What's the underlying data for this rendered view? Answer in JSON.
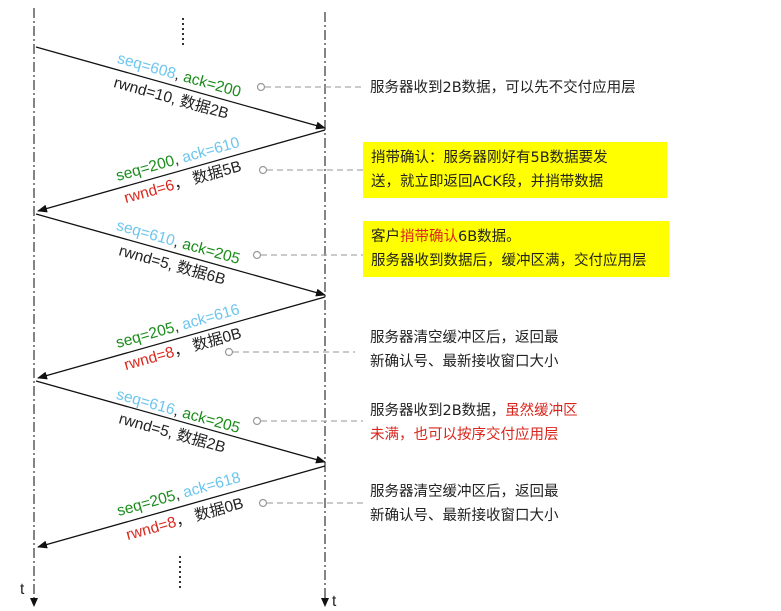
{
  "axes": {
    "left_label": "t",
    "right_label": "t"
  },
  "colors": {
    "blue": "#6cc5ee",
    "green": "#1a8c1a",
    "red": "#d9261c",
    "black": "#222222",
    "highlight": "#ffff00",
    "connector": "#aaaaaa"
  },
  "messages": [
    {
      "direction": "client-to-server",
      "seq": "seq=608",
      "seq_color": "blue",
      "sep1": ", ",
      "ack": "ack=200",
      "ack_color": "green",
      "rwnd": "rwnd=10",
      "rwnd_color": "black",
      "sep2": ", ",
      "payload": "数据2B"
    },
    {
      "direction": "server-to-client",
      "seq": "seq=200",
      "seq_color": "green",
      "sep1": ", ",
      "ack": "ack=610",
      "ack_color": "blue",
      "rwnd": "rwnd=6",
      "rwnd_color": "red",
      "sep2": "， ",
      "payload": "数据5B"
    },
    {
      "direction": "client-to-server",
      "seq": "seq=610",
      "seq_color": "blue",
      "sep1": ", ",
      "ack": "ack=205",
      "ack_color": "green",
      "rwnd": "rwnd=5",
      "rwnd_color": "black",
      "sep2": ", ",
      "payload": "数据6B"
    },
    {
      "direction": "server-to-client",
      "seq": "seq=205",
      "seq_color": "green",
      "sep1": ", ",
      "ack": "ack=616",
      "ack_color": "blue",
      "rwnd": "rwnd=8",
      "rwnd_color": "red",
      "sep2": "， ",
      "payload": "数据0B"
    },
    {
      "direction": "client-to-server",
      "seq": "seq=616",
      "seq_color": "blue",
      "sep1": ", ",
      "ack": "ack=205",
      "ack_color": "green",
      "rwnd": "rwnd=5",
      "rwnd_color": "black",
      "sep2": ", ",
      "payload": "数据2B"
    },
    {
      "direction": "server-to-client",
      "seq": "seq=205",
      "seq_color": "green",
      "sep1": ", ",
      "ack": "ack=618",
      "ack_color": "blue",
      "rwnd": "rwnd=8",
      "rwnd_color": "red",
      "sep2": "， ",
      "payload": "数据0B"
    }
  ],
  "notes": {
    "n1": "服务器收到2B数据，可以先不交付应用层",
    "n2_line1": "捎带确认：服务器刚好有5B数据要发",
    "n2_line2": "送，就立即返回ACK段，并捎带数据",
    "n3_pre": "客户",
    "n3_red": "捎带确认",
    "n3_post": "6B数据。",
    "n3_line2": "服务器收到数据后，缓冲区满，交付应用层",
    "n4_line1": "服务器清空缓冲区后，返回最",
    "n4_line2": "新确认号、最新接收窗口大小",
    "n5_pre": "服务器收到2B数据，",
    "n5_red": "虽然缓冲区",
    "n5_line2": "未满，也可以按序交付应用层",
    "n6_line1": "服务器清空缓冲区后，返回最",
    "n6_line2": "新确认号、最新接收窗口大小"
  }
}
